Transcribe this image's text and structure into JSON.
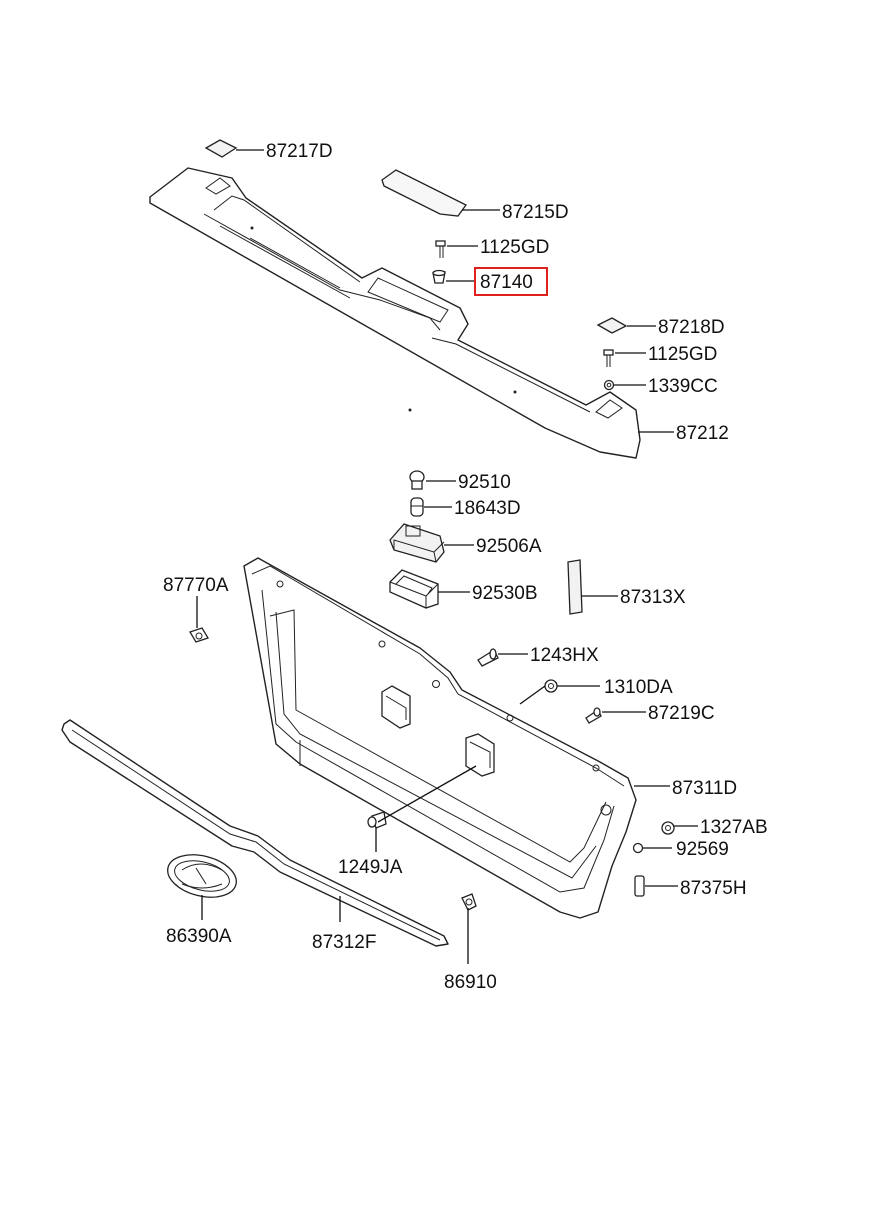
{
  "diagram": {
    "labels": {
      "p87217D": "87217D",
      "p87215D": "87215D",
      "p1125GD_a": "1125GD",
      "p87140": "87140",
      "p87218D": "87218D",
      "p1125GD_b": "1125GD",
      "p1339CC": "1339CC",
      "p87212": "87212",
      "p92510": "92510",
      "p18643D": "18643D",
      "p92506A": "92506A",
      "p92530B": "92530B",
      "p87313X": "87313X",
      "p87770A": "87770A",
      "p1243HX": "1243HX",
      "p1310DA": "1310DA",
      "p87219C": "87219C",
      "p87311D": "87311D",
      "p1327AB": "1327AB",
      "p92569": "92569",
      "p87375H": "87375H",
      "p1249JA": "1249JA",
      "p86390A": "86390A",
      "p87312F": "87312F",
      "p86910": "86910"
    },
    "highlighted_part": "87140",
    "highlight_color": "#e0201c"
  }
}
